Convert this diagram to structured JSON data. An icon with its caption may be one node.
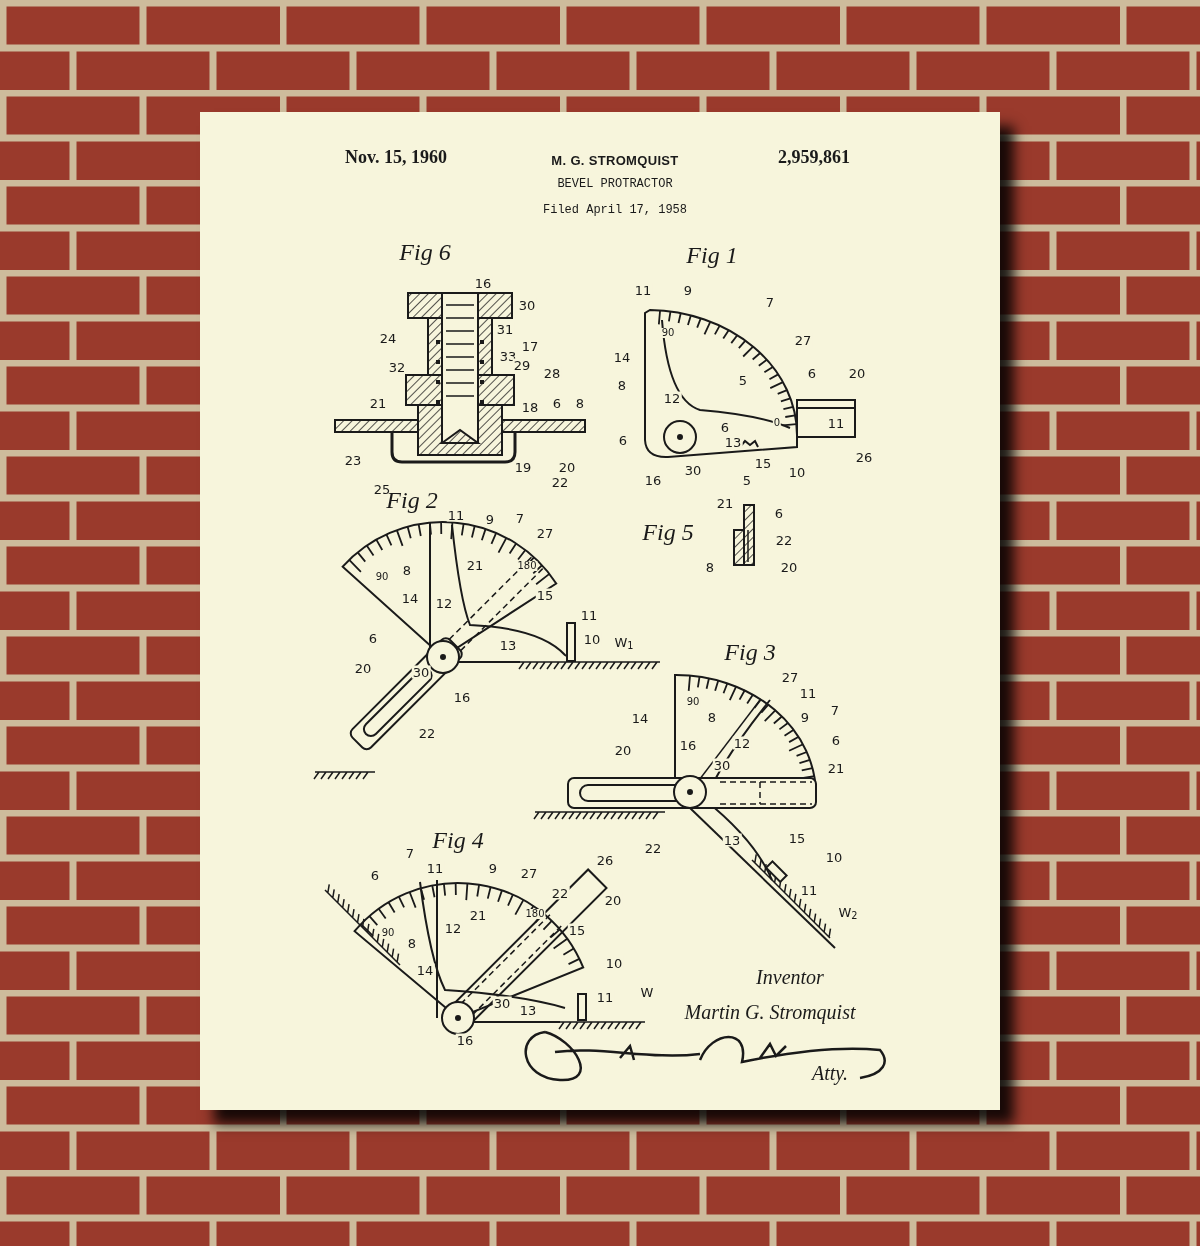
{
  "diagram": {
    "title": "BEVEL PROTRACTOR",
    "labels": [
      "Nov. 15, 1960",
      "M. G. STROMQUIST",
      "2,959,861",
      "Filed April 17, 1958",
      "Fig 6",
      "16",
      "30",
      "31",
      "24",
      "17",
      "33",
      "29",
      "28",
      "32",
      "21",
      "18",
      "6",
      "8",
      "23",
      "19",
      "20",
      "22",
      "25",
      "Fig 1",
      "11",
      "9",
      "7",
      "90",
      "27",
      "14",
      "6",
      "20",
      "8",
      "5",
      "12",
      "0",
      "11",
      "6",
      "6",
      "13",
      "26",
      "15",
      "30",
      "10",
      "5",
      "16",
      "Fig 2",
      "11",
      "9",
      "7",
      "27",
      "21",
      "180",
      "8",
      "90",
      "14",
      "12",
      "15",
      "11",
      "6",
      "10",
      "W$_{1}$",
      "13",
      "20",
      "30",
      "16",
      "22",
      "Fig 5",
      "21",
      "6",
      "22",
      "8",
      "20",
      "Fig 3",
      "27",
      "11",
      "90",
      "7",
      "9",
      "14",
      "8",
      "6",
      "12",
      "16",
      "20",
      "30",
      "21",
      "15",
      "13",
      "22",
      "10",
      "11",
      "W$_{2}$",
      "Fig 4",
      "7",
      "26",
      "11",
      "9",
      "27",
      "6",
      "22",
      "20",
      "21",
      "180",
      "15",
      "12",
      "90",
      "8",
      "14",
      "10",
      "W",
      "11",
      "30",
      "13",
      "16",
      "Inventor",
      "Martin G. Stromquist",
      "Atty."
    ]
  }
}
